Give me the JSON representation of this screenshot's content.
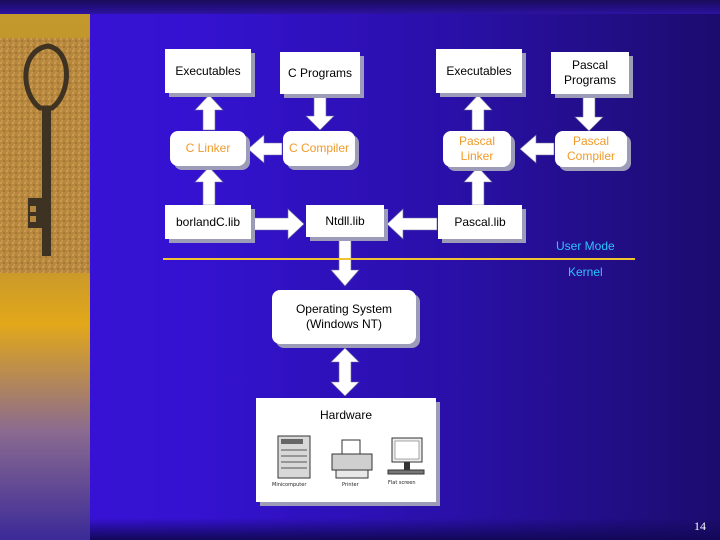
{
  "boxes": {
    "executables_left": "Executables",
    "c_programs": "C Programs",
    "executables_right": "Executables",
    "pascal_programs": "Pascal\nPrograms",
    "c_linker": "C Linker",
    "c_compiler": "C Compiler",
    "pascal_linker": "Pascal\nLinker",
    "pascal_compiler": "Pascal\nCompiler",
    "borlandc_lib": "borlandC.lib",
    "ntdll_lib": "Ntdll.lib",
    "pascal_lib": "Pascal.lib",
    "os_title": "Operating System",
    "os_subtitle": "(Windows NT)",
    "hardware": "Hardware"
  },
  "labels": {
    "user_mode": "User Mode",
    "kernel": "Kernel"
  },
  "hardware_devices": {
    "computer": "Minicomputer",
    "printer": "Printer",
    "screen": "Flat screen"
  },
  "page_number": "14",
  "colors": {
    "background": "#3412d0",
    "box_fill": "#ffffff",
    "orange_text": "#f09a2a",
    "mode_label": "#2ec4ff",
    "divider": "#f1c232"
  },
  "icons": [
    "key-photo",
    "minicomputer-icon",
    "printer-icon",
    "monitor-icon"
  ]
}
